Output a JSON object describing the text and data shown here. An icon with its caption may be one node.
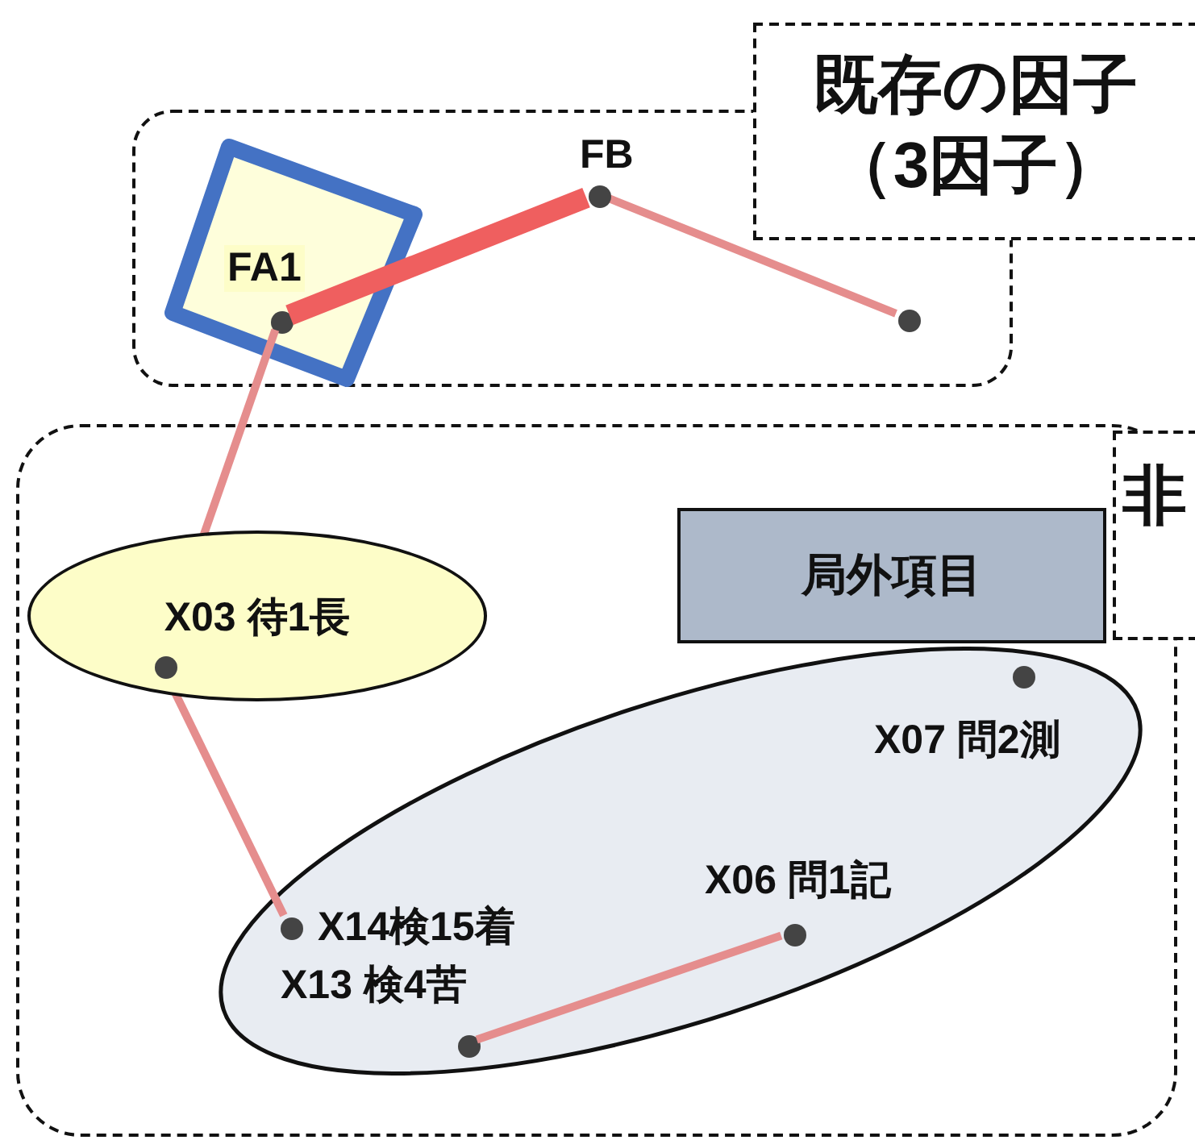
{
  "diagram": {
    "nodes": [
      {
        "text": [
          "既存の因子（3因子）"
        ]
      },
      {
        "text": [
          "FA1"
        ],
        "in": 0
      },
      {
        "text": [],
        "shape": "circle",
        "in": 1
      },
      {
        "text": [],
        "shape": "circle",
        "beside": [
          "FB"
        ],
        "in": 0
      },
      {
        "text": [],
        "shape": "circle",
        "in": 0
      },
      {
        "text": [
          "非"
        ]
      },
      {
        "text": [
          "X03 待1長"
        ],
        "in": 5
      },
      {
        "text": [],
        "shape": "circle",
        "in": 6
      },
      {
        "text": [],
        "shape": "ellipse",
        "in": 5
      },
      {
        "text": [
          "局外項目"
        ],
        "in": 5
      },
      {
        "text": [],
        "shape": "circle",
        "beside": [
          "X07 問2測"
        ],
        "in": 8
      },
      {
        "text": [],
        "shape": "circle",
        "beside": [
          "X14検15着"
        ],
        "in": 8
      },
      {
        "text": [],
        "shape": "circle",
        "beside": [
          "X06 問1記"
        ],
        "in": 8
      },
      {
        "text": [],
        "shape": "circle",
        "beside": [
          "X13 検4苦"
        ],
        "in": 8
      }
    ],
    "edges": [
      {
        "from": 2,
        "to": 3,
        "arrow": "none",
        "style": "thick",
        "color": "#ef5f5f"
      },
      {
        "from": 3,
        "to": 4,
        "arrow": "none"
      },
      {
        "from": 2,
        "to": 7,
        "arrow": "none"
      },
      {
        "from": 7,
        "to": 11,
        "arrow": "none"
      },
      {
        "from": 13,
        "to": 12,
        "arrow": "none"
      }
    ]
  }
}
